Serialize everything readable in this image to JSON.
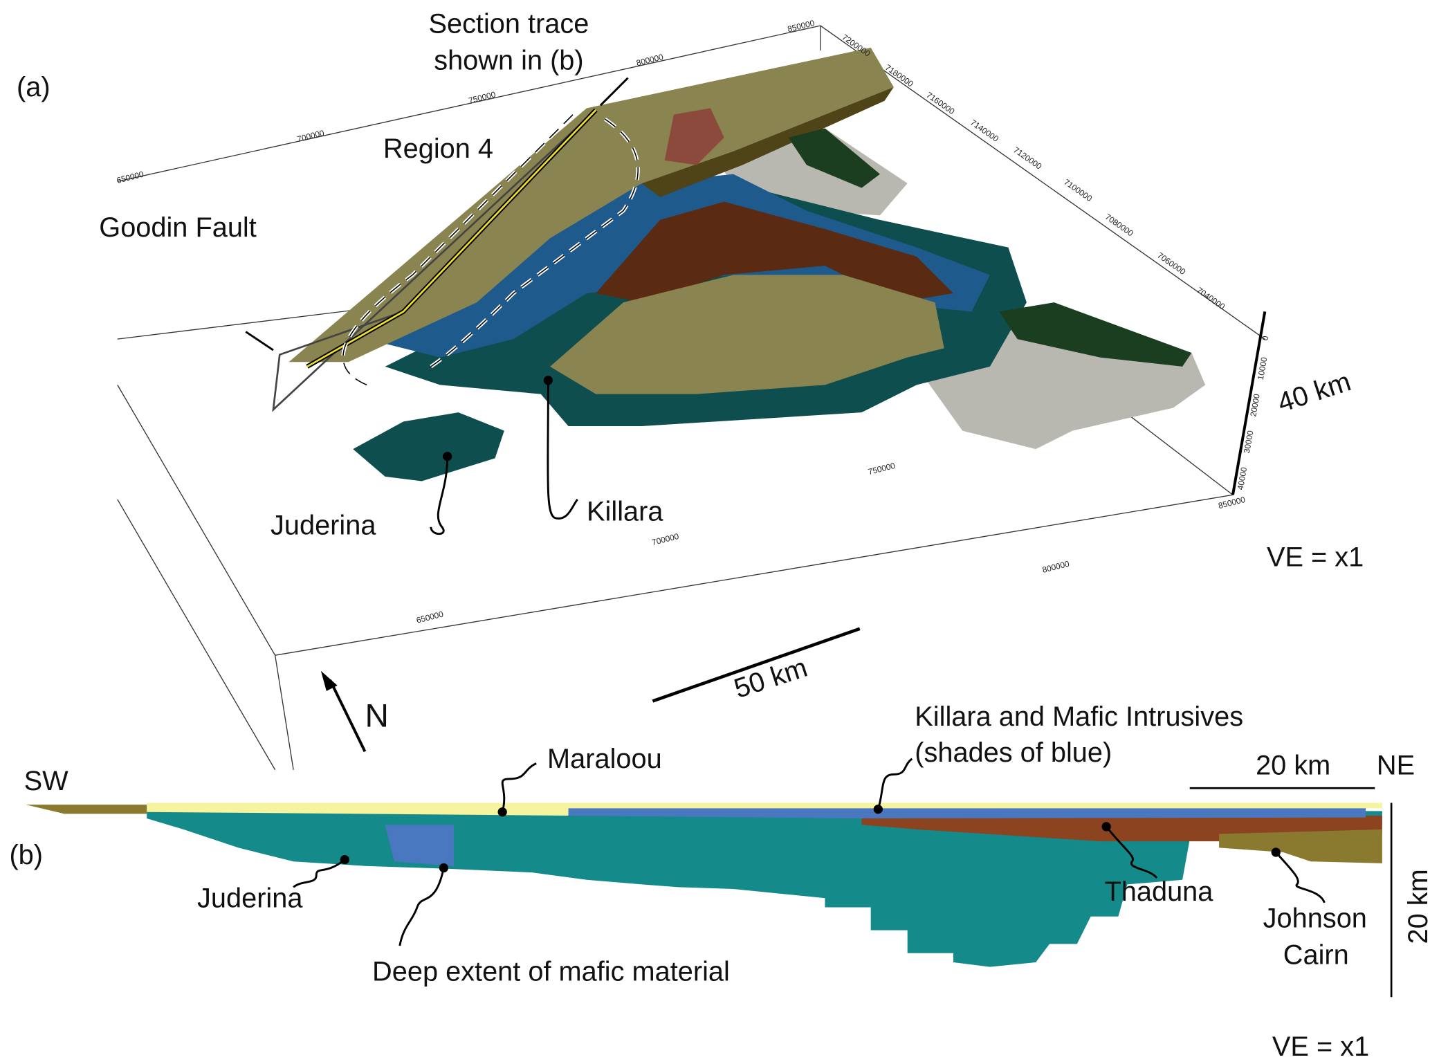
{
  "panel_a": {
    "panel_label": "(a)",
    "section_trace_line1": "Section trace",
    "section_trace_line2": "shown in (b)",
    "region_label": "Region 4",
    "fault_label": "Goodin Fault",
    "juderina_label": "Juderina",
    "killara_label": "Killara",
    "north_label": "N",
    "scale_horizontal": "50 km",
    "scale_vertical": "40 km",
    "vertical_exaggeration": "VE = x1",
    "top_easting_ticks": [
      "650000",
      "700000",
      "750000",
      "800000",
      "850000"
    ],
    "right_northing_ticks": [
      "7200000",
      "7180000",
      "7160000",
      "7140000",
      "7120000",
      "7100000",
      "7080000",
      "7060000",
      "7040000"
    ],
    "front_easting_ticks": [
      "650000",
      "700000",
      "750000",
      "800000",
      "850000"
    ],
    "depth_ticks": [
      "0",
      "10000",
      "20000",
      "30000",
      "40000"
    ]
  },
  "panel_b": {
    "panel_label": "(b)",
    "sw_label": "SW",
    "ne_label": "NE",
    "maraloou_label": "Maraloou",
    "killara_mafic_line1": "Killara and Mafic Intrusives",
    "killara_mafic_line2": "(shades of blue)",
    "juderina_label": "Juderina",
    "deep_mafic_label": "Deep extent of mafic material",
    "thaduna_label": "Thaduna",
    "johnson_line1": "Johnson",
    "johnson_line2": "Cairn",
    "scale_horizontal": "20 km",
    "scale_vertical": "20 km",
    "vertical_exaggeration": "VE = x1"
  },
  "colors": {
    "olive": "#8a8550",
    "dark_olive": "#4f4418",
    "brown": "#5a2a12",
    "red_brown": "#8c4a3c",
    "teal_dark": "#0f4e4e",
    "blue": "#1e5a8c",
    "cyan": "#1e8a8c",
    "green_dark": "#1b3d20",
    "grey": "#b8b8b0",
    "yellow": "#f7f4a0",
    "section_teal": "#148a8a",
    "section_brown": "#8b4320",
    "section_blue": "#4a78c0"
  }
}
